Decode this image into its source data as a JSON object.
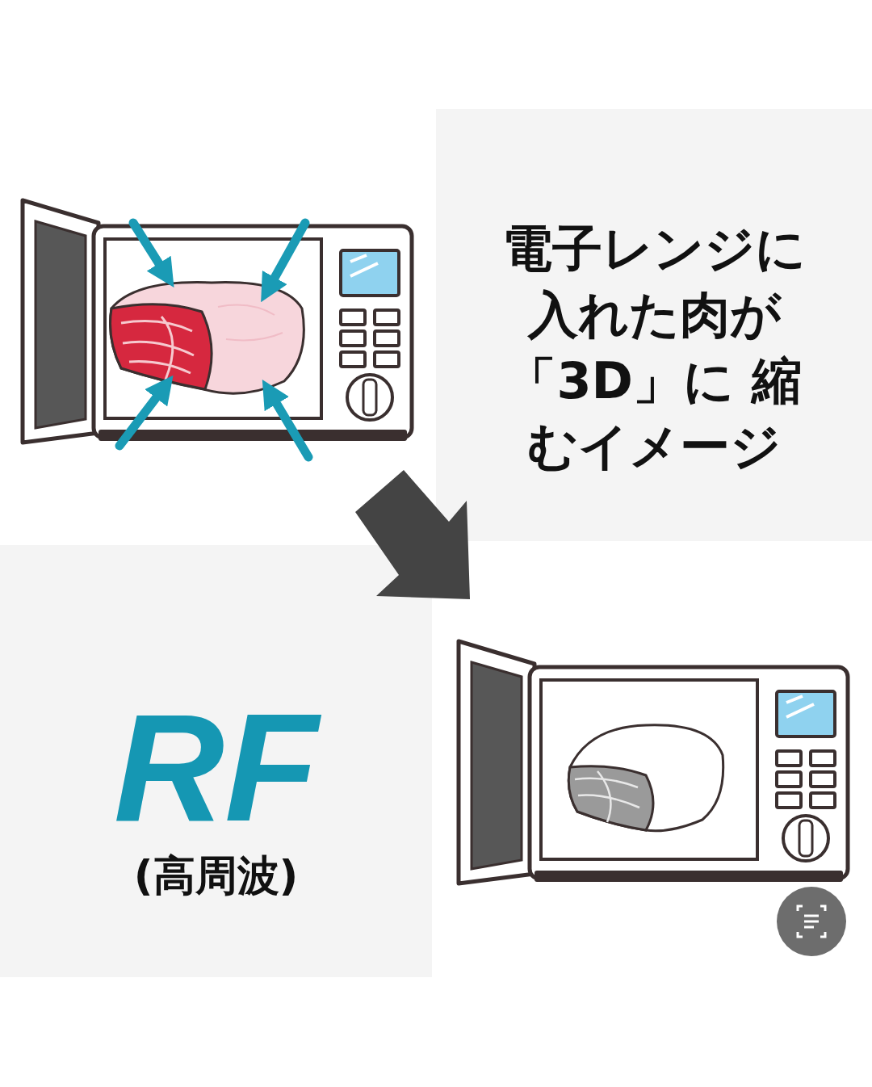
{
  "diagram": {
    "nodes": [
      {
        "text": [
          "電子レンジに 入れた肉が 「3D」に 縮むイメージ"
        ]
      },
      {
        "text": [
          "RF",
          "(高周波)"
        ]
      }
    ]
  }
}
